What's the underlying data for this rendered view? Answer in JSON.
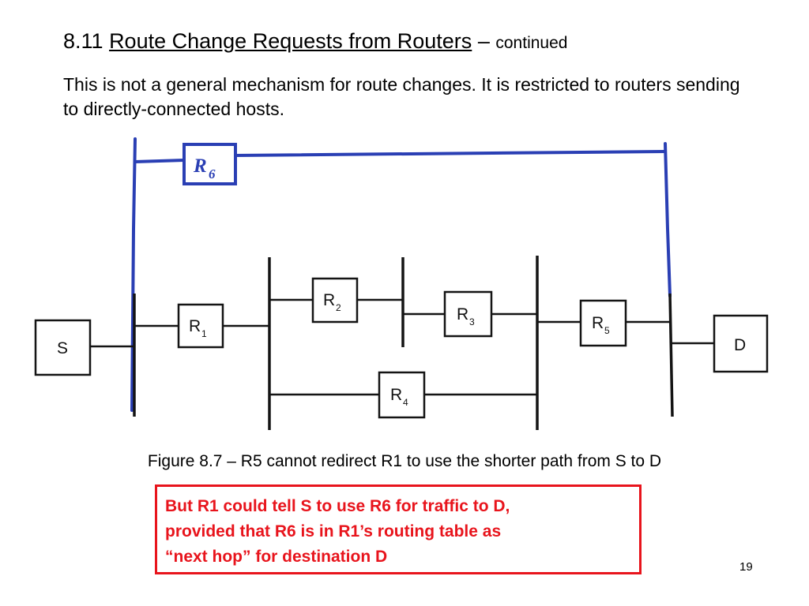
{
  "slide": {
    "section_number": "8.11",
    "title_underlined": "Route Change Requests from Routers",
    "title_dash": "–",
    "title_suffix": "continued",
    "intro": "This is not a general mechanism for route changes.  It is restricted to routers sending to directly-connected hosts.",
    "page_number": "19"
  },
  "diagram": {
    "host_source": "S",
    "host_destination": "D",
    "routers": [
      {
        "letter": "R",
        "index": "1"
      },
      {
        "letter": "R",
        "index": "2"
      },
      {
        "letter": "R",
        "index": "3"
      },
      {
        "letter": "R",
        "index": "4"
      },
      {
        "letter": "R",
        "index": "5"
      }
    ],
    "handwritten_router": {
      "letter": "R",
      "index": "6"
    },
    "colors": {
      "line": "#141414",
      "handwritten": "#2a3fb4",
      "callout": "#e8141c"
    }
  },
  "caption": "Figure 8.7 – R5 cannot redirect R1 to use the shorter path from S to D",
  "callout": {
    "line1": "But R1 could tell S to use R6 for traffic to D,",
    "line2": "provided that R6 is in R1’s routing table as",
    "line3": "“next hop” for destination D"
  }
}
